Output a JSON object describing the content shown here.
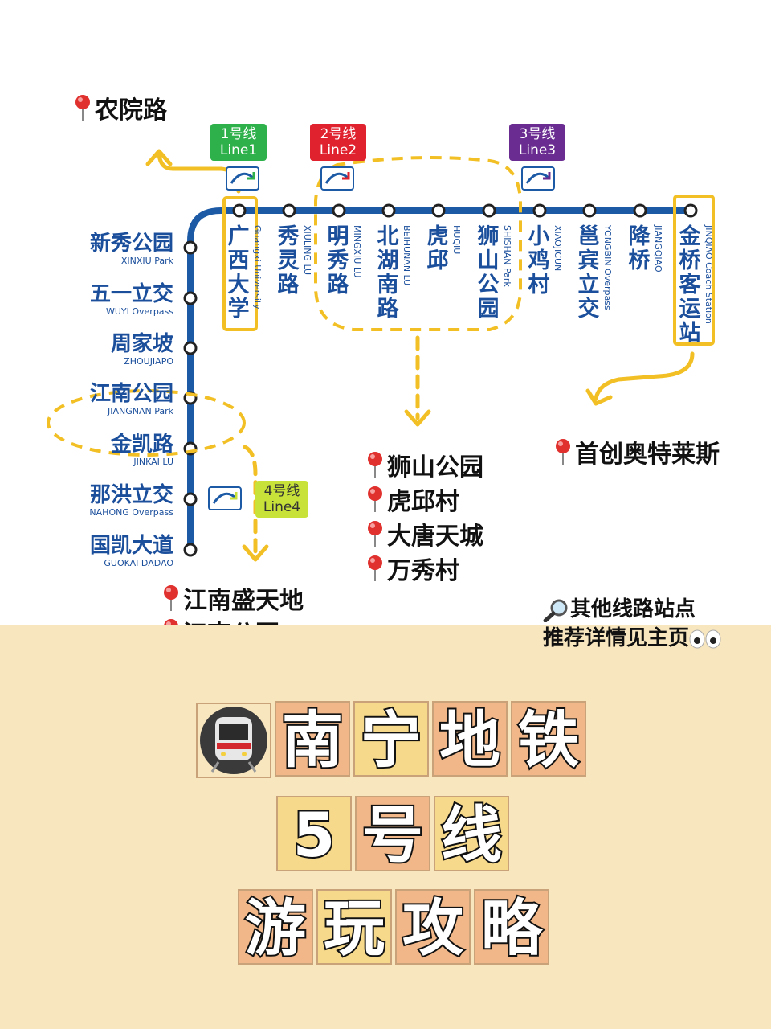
{
  "lines": {
    "line1": {
      "cn": "1号线",
      "en": "Line1",
      "color": "#2eb14a"
    },
    "line2": {
      "cn": "2号线",
      "en": "Line2",
      "color": "#e0212e"
    },
    "line3": {
      "cn": "3号线",
      "en": "Line3",
      "color": "#6a2c91"
    },
    "line4": {
      "cn": "4号线",
      "en": "Line4",
      "color": "#c9e23a"
    }
  },
  "route_color": "#1c5aa6",
  "stations_horizontal": [
    {
      "cn": "广西大学",
      "en": "Guangxi University"
    },
    {
      "cn": "秀灵路",
      "en": "XIULING LU"
    },
    {
      "cn": "明秀路",
      "en": "MINGXIU LU"
    },
    {
      "cn": "北湖南路",
      "en": "BEIHUNAN LU"
    },
    {
      "cn": "虎邱",
      "en": "HUQIU"
    },
    {
      "cn": "狮山公园",
      "en": "SHISHAN Park"
    },
    {
      "cn": "小鸡村",
      "en": "XIAOJICUN"
    },
    {
      "cn": "邕宾立交",
      "en": "YONGBIN Overpass"
    },
    {
      "cn": "降桥",
      "en": "JIANGQIAO"
    },
    {
      "cn": "金桥客运站",
      "en": "JINQIAO Coach Station"
    }
  ],
  "stations_vertical": [
    {
      "cn": "新秀公园",
      "en": "XINXIU Park"
    },
    {
      "cn": "五一立交",
      "en": "WUYI Overpass"
    },
    {
      "cn": "周家坡",
      "en": "ZHOUJIAPO"
    },
    {
      "cn": "江南公园",
      "en": "JIANGNAN Park"
    },
    {
      "cn": "金凯路",
      "en": "JINKAI LU"
    },
    {
      "cn": "那洪立交",
      "en": "NAHONG Overpass"
    },
    {
      "cn": "国凯大道",
      "en": "GUOKAI DADAO"
    }
  ],
  "pois": {
    "nongyuan": [
      "农院路"
    ],
    "shishan": [
      "狮山公园",
      "虎邱村",
      "大唐天城",
      "万秀村"
    ],
    "shouchuang": [
      "首创奥特莱斯"
    ],
    "jiangnan": [
      "江南盛天地",
      "江南公园"
    ]
  },
  "note": {
    "line1": "其他线路站点",
    "line2": "推荐详情见主页"
  },
  "title": {
    "row1": [
      "南",
      "宁",
      "地",
      "铁"
    ],
    "row2": [
      "5",
      "号",
      "线"
    ],
    "row3": [
      "游",
      "玩",
      "攻",
      "略"
    ]
  },
  "icons": {
    "pin": "round-pushpin-icon",
    "magnifier": "magnifier-icon",
    "eyes": "eyes-icon",
    "metro": "metro-train-icon",
    "transfer": "transfer-icon"
  }
}
